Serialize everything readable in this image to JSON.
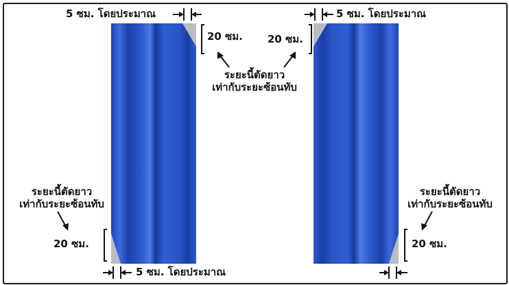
{
  "labels": {
    "top_left_width": "5 ซม. โดยประมาณ",
    "top_right_width": "5 ซม. โดยประมาณ",
    "bottom_left_width": "5 ซม. โดยประมาณ",
    "top_left_height": "20 ซม.",
    "top_right_height": "20 ซม.",
    "bottom_left_height": "20 ซม.",
    "bottom_right_height": "20 ซม.",
    "center_note": "ระยะนี้ตัดยาว\nเท่ากับระยะซ้อนทับ",
    "left_note": "ระยะนี้ตัดยาว\nเท่ากับระยะซ้อนทับ",
    "right_note": "ระยะนี้ตัดยาว\nเท่ากับระยะซ้อนทับ"
  },
  "colors": {
    "sheet_blue": "#2a55c8",
    "sheet_dark": "#173a9a",
    "cut_gray": "#b9bcc2",
    "line": "#111111"
  }
}
